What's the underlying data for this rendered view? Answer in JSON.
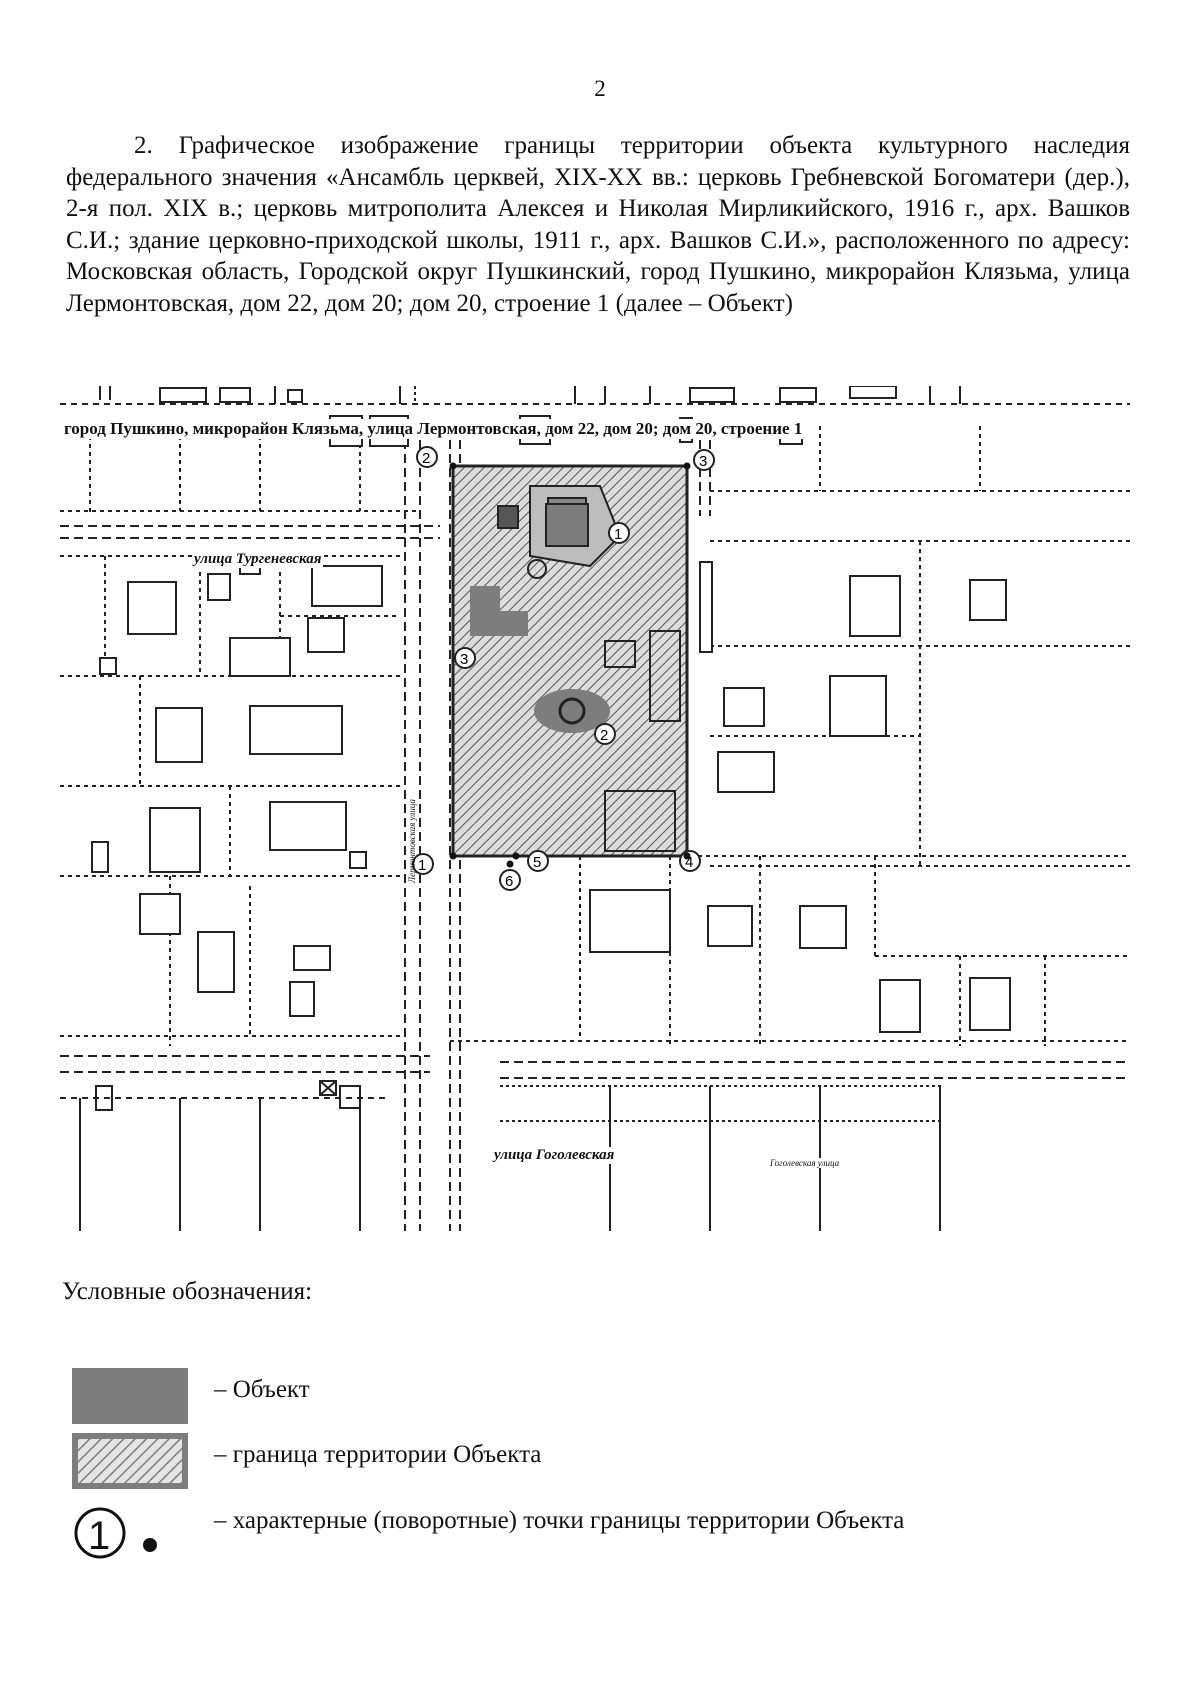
{
  "page": {
    "number": "2",
    "intro": "2. Графическое изображение границы территории объекта культурного наследия федерального значения «Ансамбль церквей, XIX-XX вв.: церковь Гребневской Богоматери (дер.), 2-я пол. XIX в.; церковь митрополита Алексея и Николая Мирликийского, 1916 г., арх. Вашков С.И.; здание церковно-приходской школы, 1911 г., арх. Вашков С.И.», расположенного по адресу: Московская область, Городской округ Пушкинский, город Пушкино, микрорайон Клязьма, улица Лермонтовская, дом 22, дом 20; дом 20, строение 1 (далее – Объект)"
  },
  "map": {
    "caption": "город Пушкино, микрорайон Клязьма, улица Лермонтовская, дом 22, дом 20; дом 20, строение 1",
    "streets": {
      "turgenevskaya": "улица Тургеневская",
      "gogolevskaya": "улица Гоголевская",
      "gogolevskaya_small": "Гоголевская улица",
      "lermontovskaya_small": "Лермонтовская улица"
    },
    "boundary_points": [
      {
        "n": "1"
      },
      {
        "n": "2"
      },
      {
        "n": "3"
      },
      {
        "n": "4"
      },
      {
        "n": "5"
      },
      {
        "n": "6"
      }
    ],
    "object_markers": [
      {
        "n": "1"
      },
      {
        "n": "2"
      },
      {
        "n": "3"
      }
    ],
    "colors": {
      "object_fill": "#7d7d7d",
      "hatch": "#555555",
      "line": "#222222"
    }
  },
  "legend": {
    "title": "Условные обозначения:",
    "items": [
      {
        "label": "– Объект"
      },
      {
        "label": "– граница территории Объекта"
      },
      {
        "label": "– характерные (поворотные) точки границы территории Объекта"
      }
    ],
    "point_example": "1"
  }
}
